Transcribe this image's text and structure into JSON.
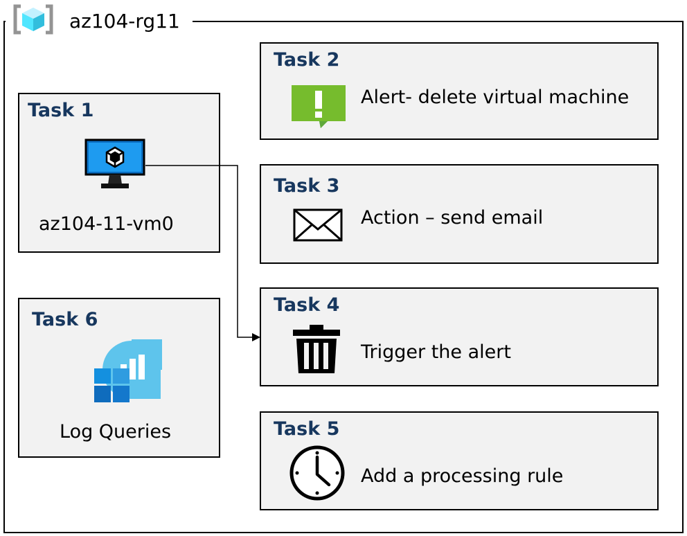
{
  "resource_group": {
    "name": "az104-rg11",
    "icon": "resource-group-icon",
    "icon_color": "#50e6ff"
  },
  "tasks": {
    "task1": {
      "label": "Task 1",
      "text": "az104-11-vm0",
      "icon": "virtual-machine-icon"
    },
    "task2": {
      "label": "Task 2",
      "text": "Alert- delete virtual machine",
      "icon": "alert-icon",
      "icon_color": "#5ea83a"
    },
    "task3": {
      "label": "Task 3",
      "text": "Action – send email",
      "icon": "envelope-icon"
    },
    "task4": {
      "label": "Task 4",
      "text": "Trigger the alert",
      "icon": "trash-icon"
    },
    "task5": {
      "label": "Task 5",
      "text": "Add a processing rule",
      "icon": "clock-icon"
    },
    "task6": {
      "label": "Task 6",
      "text": "Log Queries",
      "icon": "log-analytics-icon"
    }
  },
  "colors": {
    "task_label": "#17375e",
    "box_fill": "#f2f2f2",
    "azure_blue": "#0078d4"
  }
}
